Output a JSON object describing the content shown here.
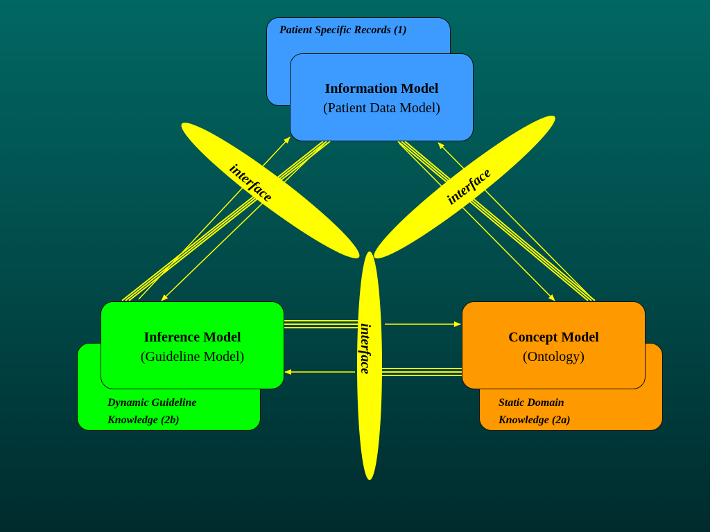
{
  "information": {
    "back_label": "Patient Specific Records (1)",
    "title": "Information Model",
    "subtitle": "(Patient Data Model)"
  },
  "inference": {
    "back_label_line1": "Dynamic Guideline",
    "back_label_line2": "Knowledge (2b)",
    "title": "Inference Model",
    "subtitle": "(Guideline Model)"
  },
  "concept": {
    "back_label_line1": "Static Domain",
    "back_label_line2": "Knowledge  (2a)",
    "title": "Concept Model",
    "subtitle": "(Ontology)"
  },
  "interfaces": {
    "left": "interface",
    "right": "interface",
    "bottom": "interface"
  },
  "colors": {
    "background_top": "#016762",
    "background_bottom": "#002b2d",
    "information": "#3d9bff",
    "inference": "#00ff00",
    "concept": "#ff9900",
    "interface_blade": "#ffff00",
    "connector": "#ffff00"
  }
}
